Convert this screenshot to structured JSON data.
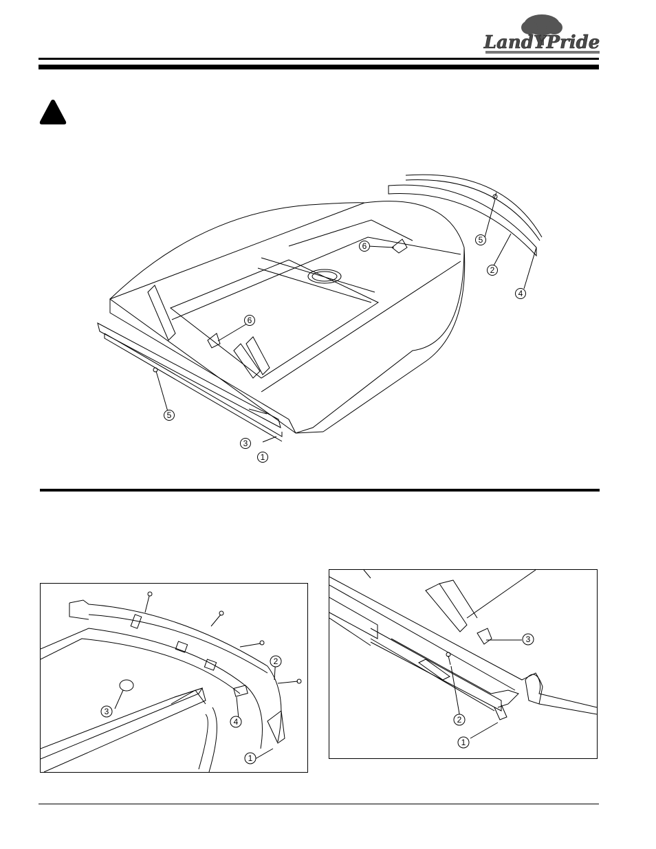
{
  "header": {
    "logo_text": "LandYPride",
    "brand_colors": {
      "logo_fill": "#4a4a4a",
      "tree": "#555555"
    }
  },
  "warning": {
    "icon": "warning-triangle-icon"
  },
  "figure_top": {
    "callouts": [
      "1",
      "2",
      "3",
      "4",
      "5",
      "5",
      "6",
      "6"
    ]
  },
  "figure_bottom_left": {
    "callouts": [
      "1",
      "2",
      "3",
      "4"
    ]
  },
  "figure_bottom_right": {
    "callouts": [
      "1",
      "2",
      "3"
    ]
  }
}
